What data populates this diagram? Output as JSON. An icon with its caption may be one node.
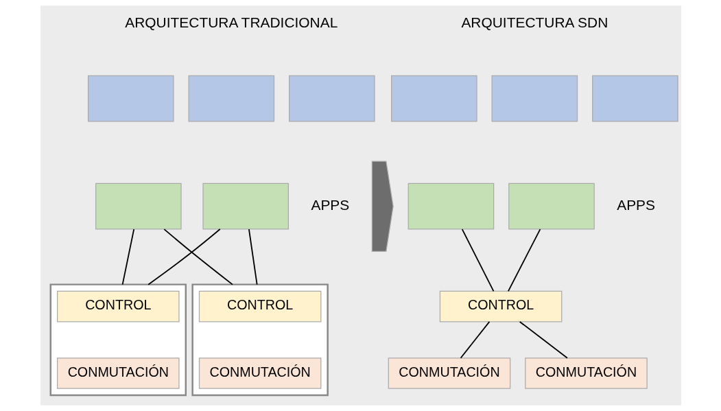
{
  "diagram": {
    "nodes": [
      {
        "text": [],
        "shape": "box"
      },
      {
        "text": [],
        "shape": "box"
      },
      {
        "text": [],
        "shape": "box"
      },
      {
        "text": [],
        "shape": "box"
      },
      {
        "text": [],
        "shape": "box"
      },
      {
        "text": [],
        "shape": "box"
      },
      {
        "text": [
          "CONTROL"
        ],
        "in": 5
      },
      {
        "text": [
          "CONMUTACIÓN"
        ],
        "in": 5
      },
      {
        "text": [],
        "shape": "box"
      },
      {
        "text": [
          "CONTROL"
        ],
        "in": 8
      },
      {
        "text": [
          "CONMUTACIÓN"
        ],
        "in": 8
      },
      {
        "text": [],
        "shape": "arrow"
      },
      {
        "text": [],
        "shape": "box"
      },
      {
        "text": [],
        "shape": "box"
      },
      {
        "text": [],
        "shape": "box"
      },
      {
        "text": [],
        "shape": "box"
      },
      {
        "text": [],
        "shape": "box"
      },
      {
        "text": [
          "CONTROL"
        ]
      },
      {
        "text": [
          "CONMUTACIÓN"
        ]
      },
      {
        "text": [
          "CONMUTACIÓN"
        ]
      }
    ],
    "edges": [
      {
        "from": 3,
        "to": 5,
        "arrow": "none"
      },
      {
        "from": 3,
        "to": 8,
        "arrow": "none"
      },
      {
        "from": 4,
        "to": 5,
        "arrow": "none"
      },
      {
        "from": 4,
        "to": 8,
        "arrow": "none"
      },
      {
        "from": 15,
        "to": 17,
        "arrow": "none"
      },
      {
        "from": 16,
        "to": 17,
        "arrow": "none"
      },
      {
        "from": 17,
        "to": 18,
        "arrow": "none"
      },
      {
        "from": 17,
        "to": 19,
        "arrow": "none"
      }
    ],
    "labels": [
      "ARQUITECTURA TRADICIONAL",
      "APPS",
      "ARQUITECTURA SDN",
      "APPS"
    ]
  }
}
